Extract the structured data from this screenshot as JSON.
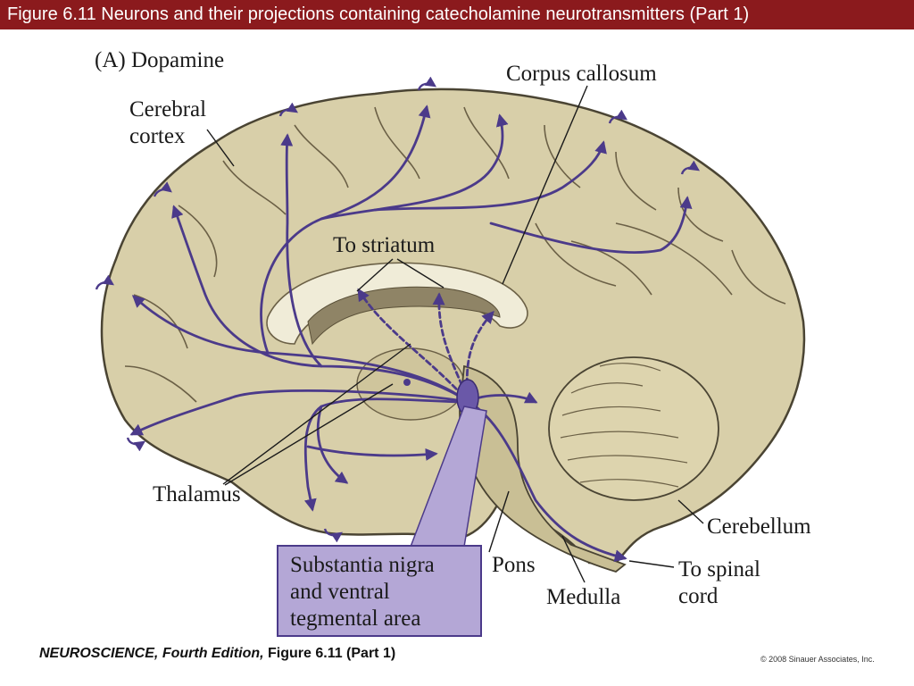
{
  "header": {
    "title": "Figure 6.11  Neurons and their projections containing catecholamine neurotransmitters (Part 1)"
  },
  "figure": {
    "panel_label": "(A)  Dopamine",
    "labels": {
      "cerebral_cortex_line1": "Cerebral",
      "cerebral_cortex_line2": "cortex",
      "corpus_callosum": "Corpus callosum",
      "to_striatum": "To striatum",
      "thalamus": "Thalamus",
      "substantia_line1": "Substantia nigra",
      "substantia_line2": "and ventral",
      "substantia_line3": "tegmental area",
      "pons": "Pons",
      "medulla": "Medulla",
      "cerebellum": "Cerebellum",
      "spinal_line1": "To spinal",
      "spinal_line2": "cord"
    },
    "colors": {
      "pathway": "#4b3a8a",
      "brain_fill": "#d8cfa9",
      "brain_outline": "#4a4433",
      "box_fill": "#b4a7d6"
    }
  },
  "footer": {
    "book_title": "NEUROSCIENCE,",
    "edition": "Fourth Edition,",
    "figure_ref": "Figure 6.11 (Part 1)",
    "copyright": "© 2008 Sinauer Associates, Inc."
  }
}
